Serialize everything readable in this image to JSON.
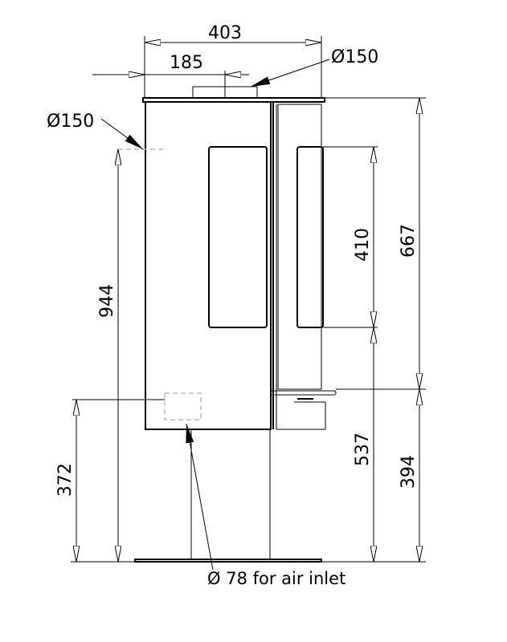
{
  "dimensions": {
    "total_width": "403",
    "flue_offset": "185",
    "top_flue_diameter": "Ø150",
    "rear_flue_diameter": "Ø150",
    "rear_flue_height": "944",
    "air_inlet_height": "372",
    "window_height": "410",
    "upper_height": "667",
    "window_bottom_height": "537",
    "lower_height": "394"
  },
  "notes": {
    "air_inlet": "Ø 78 for air inlet"
  }
}
